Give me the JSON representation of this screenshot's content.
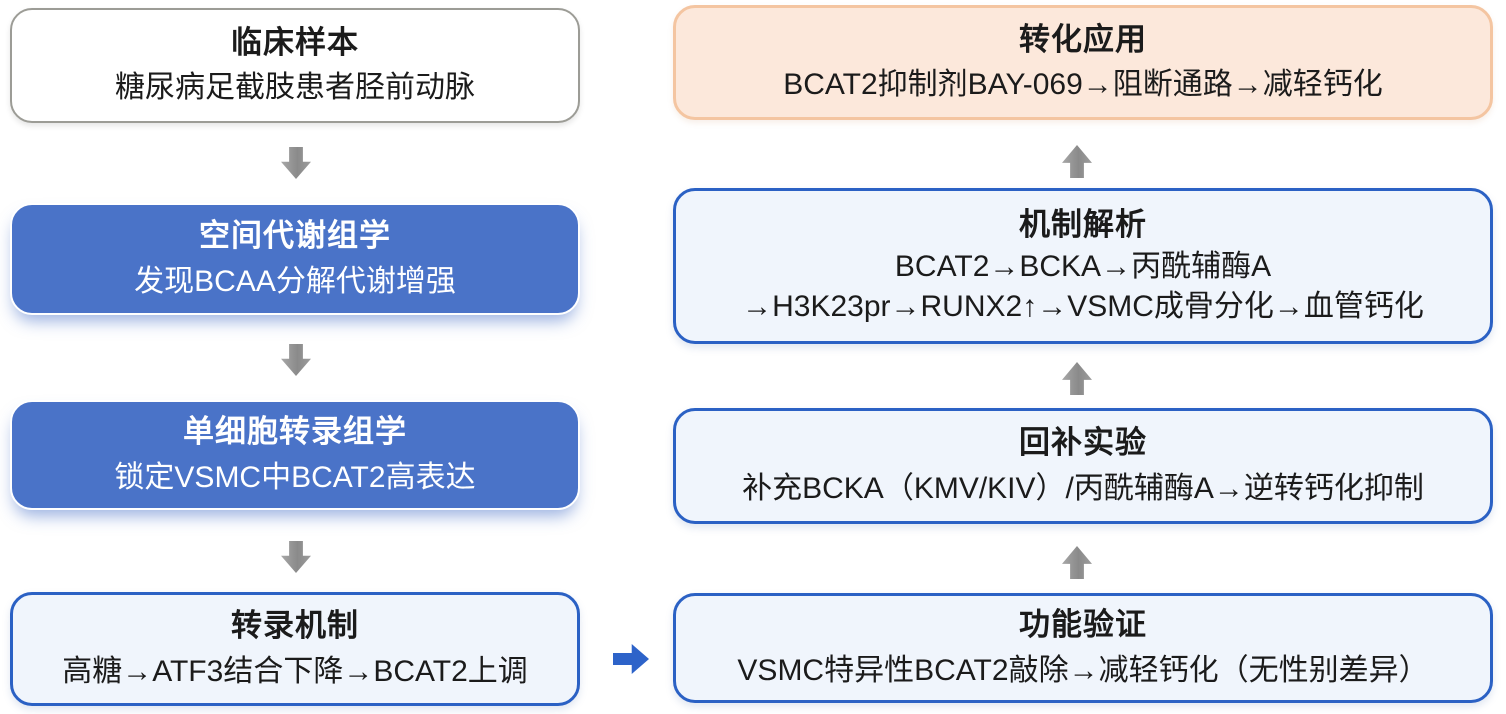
{
  "colors": {
    "blue_fill": "#4A73C8",
    "blue_border": "#2B61C4",
    "light_blue_fill": "#F0F5FC",
    "white_fill": "#FFFFFF",
    "gray_border": "#9C9C96",
    "orange_fill": "#FCE8DB",
    "orange_border": "#F4C5A1",
    "arrow_gray": "#8F8F8F",
    "arrow_blue": "#2D63C9",
    "text_dark": "#1B1B1B"
  },
  "left_column": [
    {
      "id": "clinical-sample",
      "style": "white",
      "title": "临床样本",
      "body": [
        "糖尿病足截肢患者胫前动脉"
      ]
    },
    {
      "id": "spatial-metabolomics",
      "style": "blue",
      "title": "空间代谢组学",
      "body": [
        "发现BCAA分解代谢增强"
      ]
    },
    {
      "id": "single-cell-transcriptomics",
      "style": "blue",
      "title": "单细胞转录组学",
      "body": [
        "锁定VSMC中BCAT2高表达"
      ]
    },
    {
      "id": "transcription-mechanism",
      "style": "outline",
      "title": "转录机制",
      "body": [
        "高糖→ATF3结合下降→BCAT2上调"
      ]
    }
  ],
  "right_column": [
    {
      "id": "translational-application",
      "style": "orange",
      "title": "转化应用",
      "body": [
        "BCAT2抑制剂BAY-069→阻断通路→减轻钙化"
      ]
    },
    {
      "id": "mechanism-analysis",
      "style": "outline",
      "title": "机制解析",
      "body": [
        "BCAT2→BCKA→丙酰辅酶A",
        "→H3K23pr→RUNX2↑→VSMC成骨分化→血管钙化"
      ]
    },
    {
      "id": "rescue-experiment",
      "style": "outline",
      "title": "回补实验",
      "body": [
        "补充BCKA（KMV/KIV）/丙酰辅酶A→逆转钙化抑制"
      ]
    },
    {
      "id": "functional-validation",
      "style": "outline",
      "title": "功能验证",
      "body": [
        "VSMC特异性BCAT2敲除→减轻钙化（无性别差异）"
      ]
    }
  ],
  "connectors": {
    "down_arrow_icon": "down-arrow",
    "up_arrow_icon": "up-arrow",
    "right_arrow_icon": "right-arrow"
  }
}
